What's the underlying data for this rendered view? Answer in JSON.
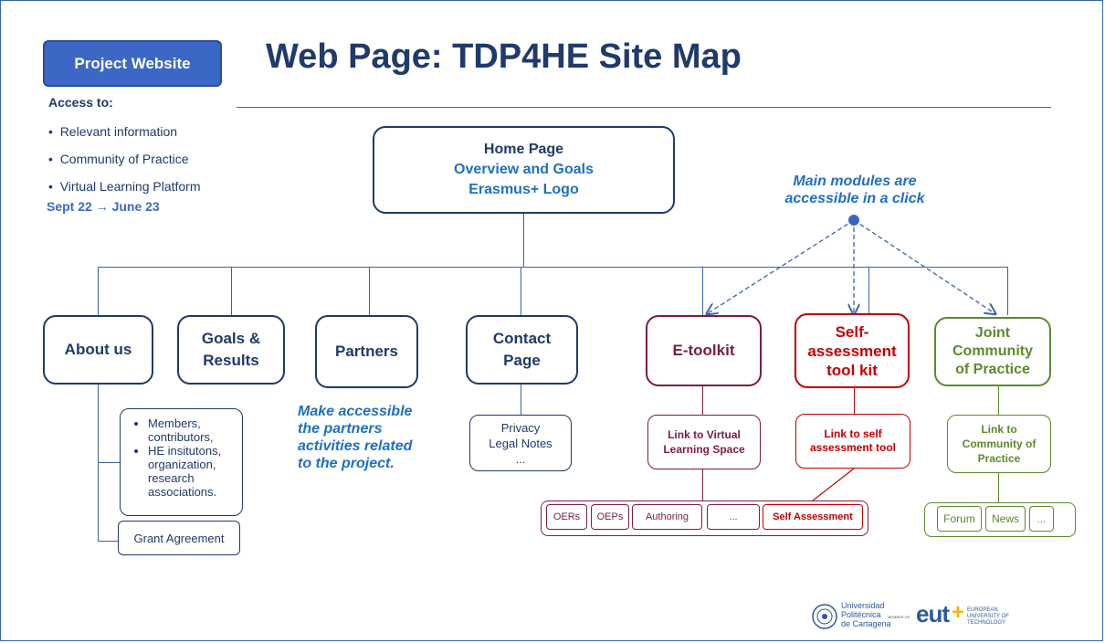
{
  "header": {
    "project_button": "Project Website",
    "title": "Web Page: TDP4HE Site Map"
  },
  "access": {
    "label": "Access to:",
    "items": [
      "Relevant information",
      "Community of Practice",
      "Virtual Learning Platform"
    ],
    "dates": "Sept 22 → June 23"
  },
  "home": {
    "line1": "Home Page",
    "line2": "Overview and Goals",
    "line3": "Erasmus+ Logo"
  },
  "callouts": {
    "modules": "Main modules are accessible in a click",
    "partners": "Make accessible the partners activities related to the project."
  },
  "nodes": {
    "about": "About us",
    "goals": "Goals & Results",
    "partners": "Partners",
    "contact": "Contact Page",
    "etoolkit": "E-toolkit",
    "selfassess": "Self-assessment tool kit",
    "joint": "Joint Community of Practice"
  },
  "about_sub": {
    "items": [
      "Members, contributors,",
      "HE insitutons, organization, research associations."
    ],
    "grant": "Grant Agreement"
  },
  "contact_sub": {
    "line1": "Privacy",
    "line2": "Legal Notes",
    "line3": "..."
  },
  "etoolkit_sub": "Link to Virtual Learning Space",
  "selfassess_sub": "Link to self assessment tool",
  "joint_sub": "Link to Community of Practice",
  "etoolkit_chips": [
    "OERs",
    "OEPs",
    "Authoring",
    "...",
    "Self Assessment"
  ],
  "joint_chips": [
    "Forum",
    "News",
    "..."
  ],
  "logos": {
    "upct_line1": "Universidad",
    "upct_line2": "Politécnica",
    "upct_line3": "de Cartagena",
    "member_of": "MEMBER OF",
    "eut_mark": "eut",
    "eut_plus": "+",
    "eut_line1": "EUROPEAN",
    "eut_line2": "UNIVERSITY OF",
    "eut_line3": "TECHNOLOGY"
  },
  "colors": {
    "navy": "#1f3a6b",
    "accent_blue": "#1f6fc4",
    "etoolkit": "#7a1f3a",
    "selfassess": "#c00000",
    "joint": "#5b8a2e"
  }
}
